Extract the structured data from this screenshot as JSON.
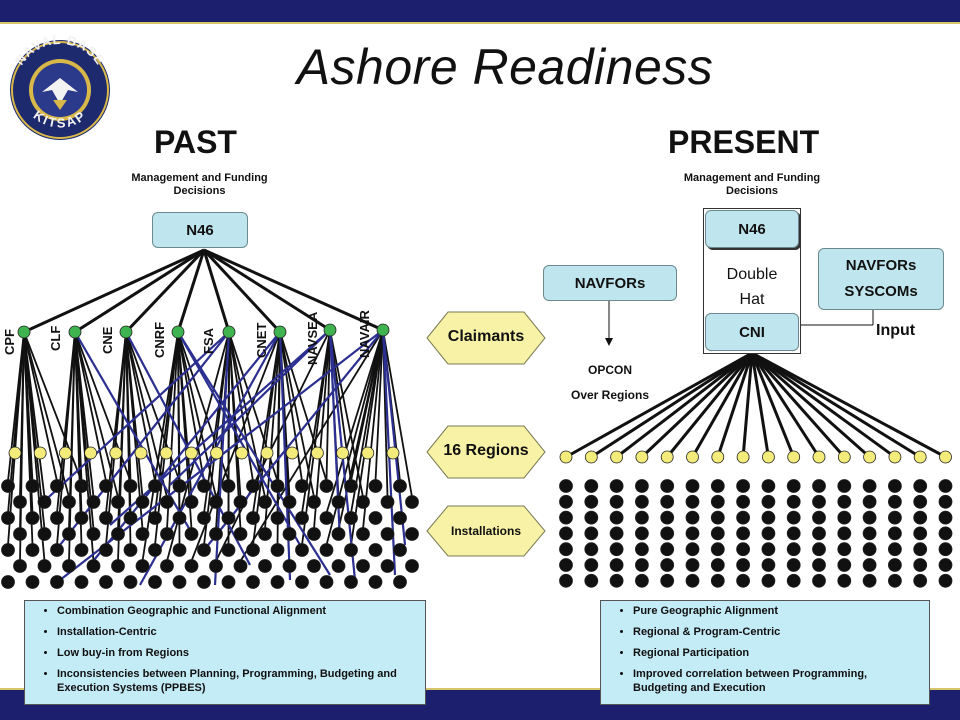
{
  "title": "Ashore Readiness",
  "logo": {
    "top_text": "NAVAL BASE",
    "bottom_text": "KITSAP",
    "colors": {
      "ring": "#1d2a6e",
      "gold": "#d9b84a",
      "inner": "#2c3a8c"
    }
  },
  "past": {
    "heading": "PAST",
    "decisions": "Management and Funding Decisions",
    "root": "N46",
    "claimants": [
      "CPF",
      "CLF",
      "CNE",
      "CNRF",
      "FSA",
      "CNET",
      "NAVSEA",
      "NAVAIR"
    ],
    "notes": [
      "Combination Geographic and Functional Alignment",
      "Installation-Centric",
      "Low buy-in from Regions",
      "Inconsistencies between Planning, Programming, Budgeting and Execution Systems (PPBES)"
    ]
  },
  "middle": {
    "arrows": [
      "Claimants",
      "16 Regions",
      "Installations"
    ]
  },
  "present": {
    "heading": "PRESENT",
    "decisions": "Management and Funding Decisions",
    "root": "N46",
    "double_hat": [
      "Double",
      "Hat"
    ],
    "cni": "CNI",
    "navfors": "NAVFORs",
    "opcon": [
      "OPCON",
      "Over Regions"
    ],
    "navfors_syscoms": [
      "NAVFORs",
      "SYSCOMs"
    ],
    "input": "Input",
    "notes": [
      "Pure Geographic Alignment",
      "Regional & Program-Centric",
      "Regional Participation",
      "Improved correlation between Programming, Budgeting and Execution"
    ]
  },
  "colors": {
    "navy_bar": "#1c1f6e",
    "node_fill": "#bfe6ee",
    "arrow_fill": "#f7f2a6",
    "region_dot": "#f4ec7a",
    "claimant_dot": "#3fb34f",
    "cross_line": "#2b2f8f"
  }
}
